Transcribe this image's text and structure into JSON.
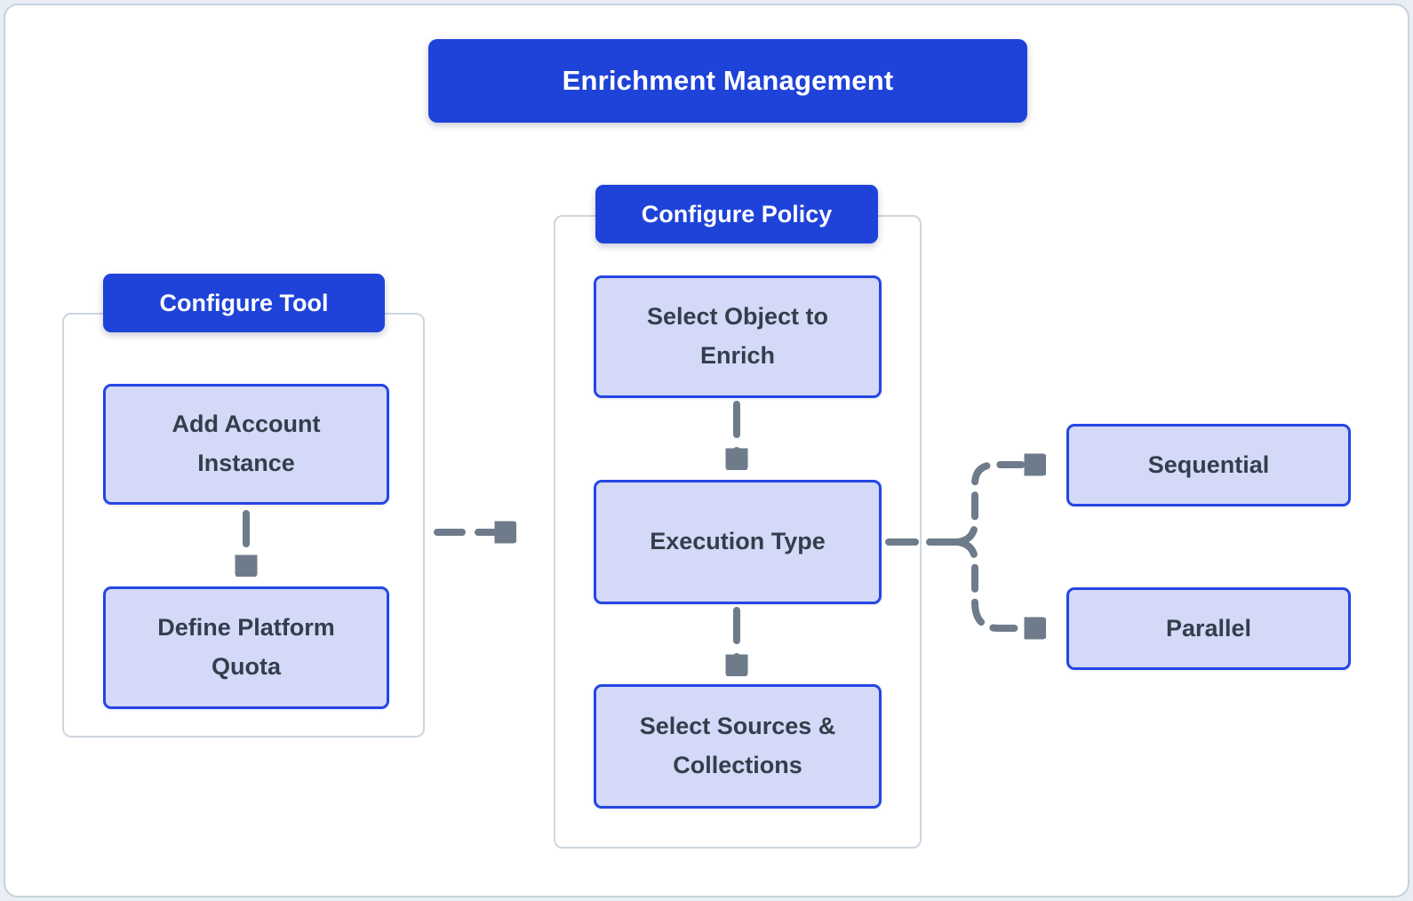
{
  "title": "Enrichment Management",
  "groups": {
    "tool": {
      "header": "Configure Tool",
      "boxes": [
        "Add Account Instance",
        "Define Platform Quota"
      ]
    },
    "policy": {
      "header": "Configure Policy",
      "boxes": [
        "Select Object to Enrich",
        "Execution Type",
        "Select Sources & Collections"
      ]
    }
  },
  "outcomes": {
    "sequential": "Sequential",
    "parallel": "Parallel"
  },
  "colors": {
    "header_blue": "#1f43d8",
    "node_fill": "#d3d9f7",
    "node_border": "#2546e4",
    "node_text": "#333e4c",
    "group_border": "#cdd6df",
    "arrow_gray": "#6e7b8a",
    "card_border": "#c6d2de",
    "page_background": "#e9eef4"
  }
}
